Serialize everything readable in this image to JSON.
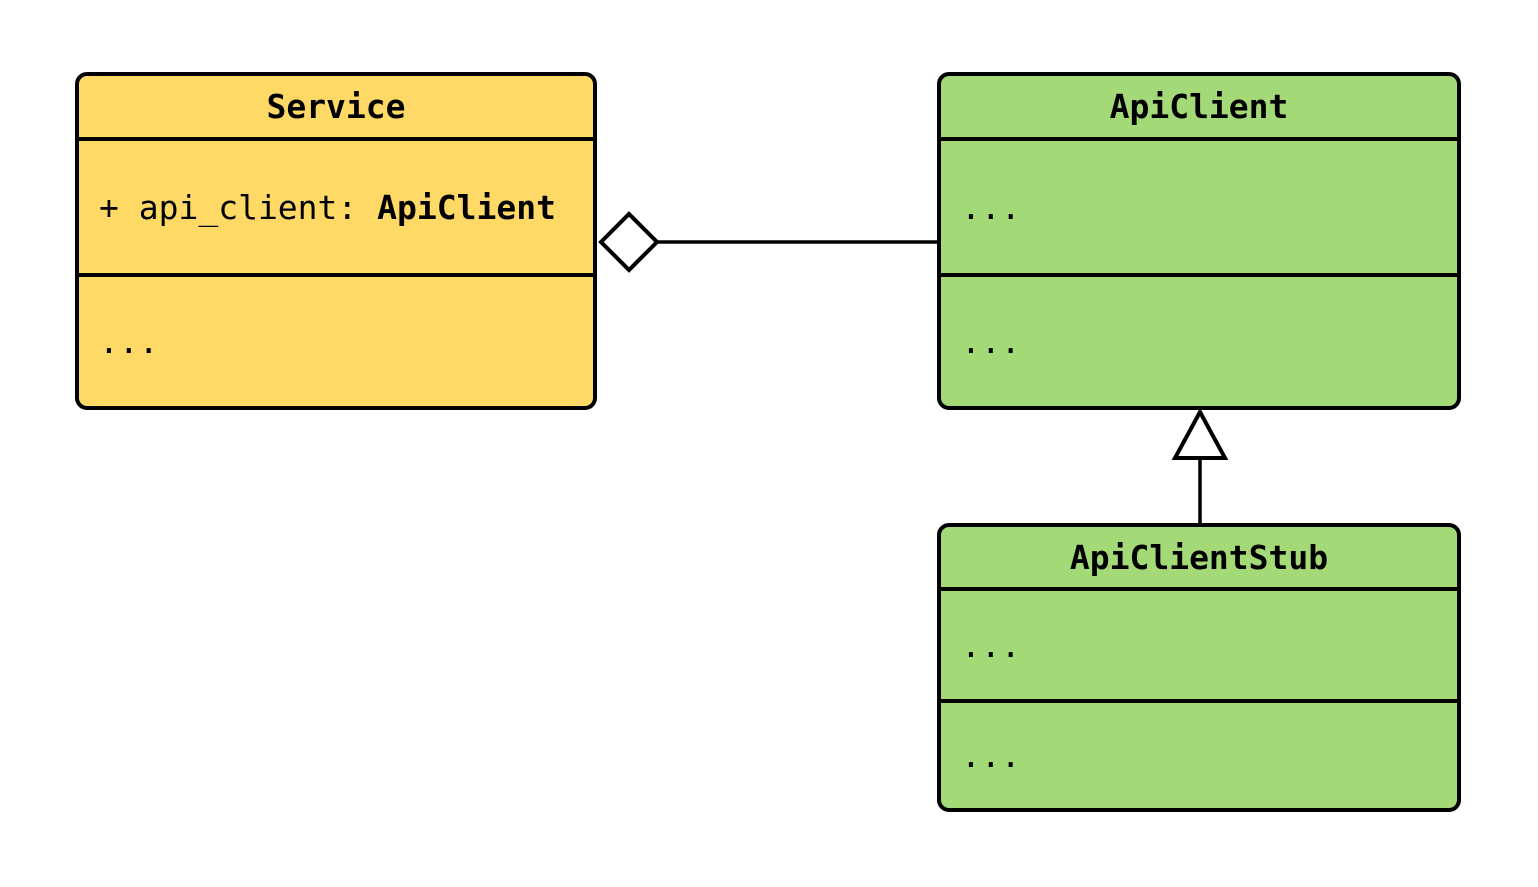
{
  "diagram": {
    "type": "uml-class-diagram",
    "classes": [
      {
        "name": "Service",
        "fill": "#FFD966",
        "attribute_prefix": "+ api_client: ",
        "attribute_type": "ApiClient",
        "methods_placeholder": "..."
      },
      {
        "name": "ApiClient",
        "fill": "#A3D977",
        "attributes_placeholder": "...",
        "methods_placeholder": "..."
      },
      {
        "name": "ApiClientStub",
        "fill": "#A3D977",
        "attributes_placeholder": "...",
        "methods_placeholder": "..."
      }
    ],
    "relationships": [
      {
        "type": "aggregation",
        "source": "Service",
        "target": "ApiClient",
        "marker": "open-diamond",
        "marker_at": "Service"
      },
      {
        "type": "inheritance",
        "source": "ApiClientStub",
        "target": "ApiClient",
        "marker": "open-triangle",
        "marker_at": "ApiClient"
      }
    ],
    "colors": {
      "class_yellow": "#FFD966",
      "class_green": "#A3D977",
      "stroke": "#000000",
      "background": "#FFFFFF"
    }
  }
}
